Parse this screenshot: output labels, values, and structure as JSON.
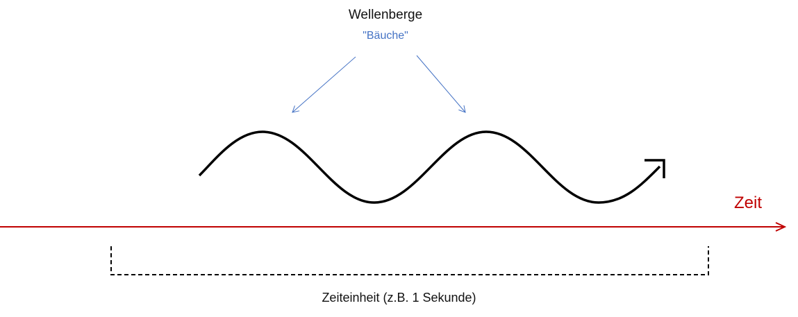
{
  "diagram": {
    "peaks_label": "Wellenberge",
    "peaks_sublabel": "\"Bäuche\"",
    "time_axis_label": "Zeit",
    "time_unit_label": "Zeiteinheit (z.B. 1 Sekunde)",
    "colors": {
      "axis": "#c00000",
      "pointer_arrows": "#4472c4",
      "sublabel": "#4472c4",
      "wave": "#000000",
      "bracket": "#000000"
    }
  }
}
